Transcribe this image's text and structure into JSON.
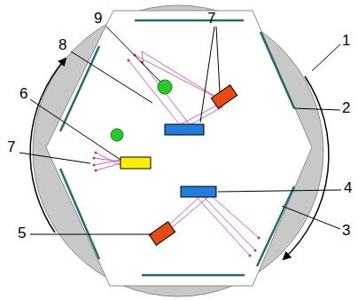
{
  "diagram": {
    "labels": [
      "9",
      "7",
      "8",
      "6",
      "7",
      "1",
      "2",
      "4",
      "5",
      "3"
    ]
  }
}
